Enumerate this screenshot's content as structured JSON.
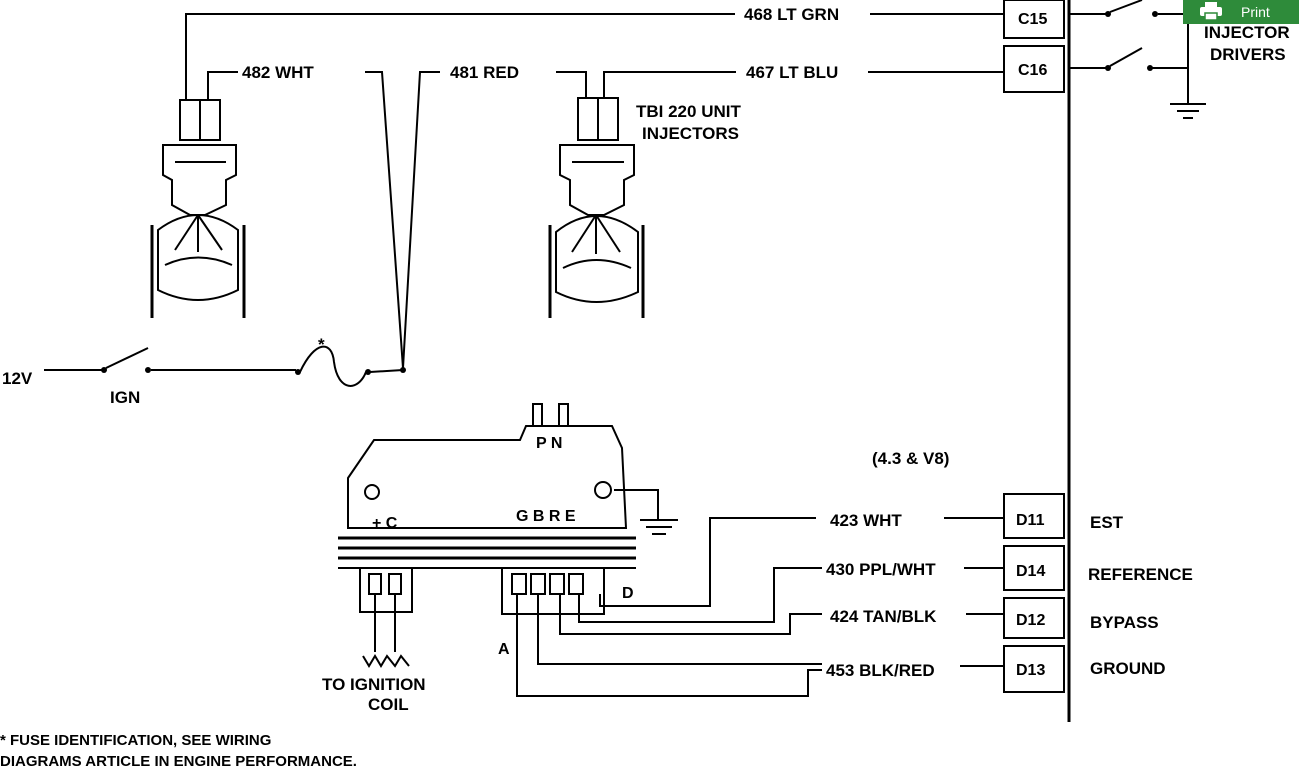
{
  "print_button": {
    "label": "Print",
    "icon": "printer-icon"
  },
  "wires": {
    "w468": "468 LT GRN",
    "w482": "482 WHT",
    "w481": "481 RED",
    "w467": "467 LT BLU",
    "w423": "423 WHT",
    "w430": "430 PPL/WHT",
    "w424": "424 TAN/BLK",
    "w453": "453 BLK/RED"
  },
  "connectors": {
    "c15": "C15",
    "c16": "C16",
    "d11": "D11",
    "d14": "D14",
    "d12": "D12",
    "d13": "D13"
  },
  "functions": {
    "est": "EST",
    "reference": "REFERENCE",
    "bypass": "BYPASS",
    "ground": "GROUND"
  },
  "labels": {
    "injector_drivers_1": "INJECTOR",
    "injector_drivers_2": "DRIVERS",
    "tbi_1": "TBI 220 UNIT",
    "tbi_2": "INJECTORS",
    "supply": "12V",
    "ign": "IGN",
    "fuse_mark": "*",
    "engine_option": "(4.3 & V8)",
    "module_pn": "P N",
    "module_plus_c": "+ C",
    "module_gbre": "G B R E",
    "pin_d": "D",
    "pin_a": "A",
    "coil_1": "TO IGNITION",
    "coil_2": "COIL",
    "footnote_1": "* FUSE IDENTIFICATION, SEE WIRING",
    "footnote_2": "DIAGRAMS ARTICLE IN ENGINE PERFORMANCE."
  }
}
